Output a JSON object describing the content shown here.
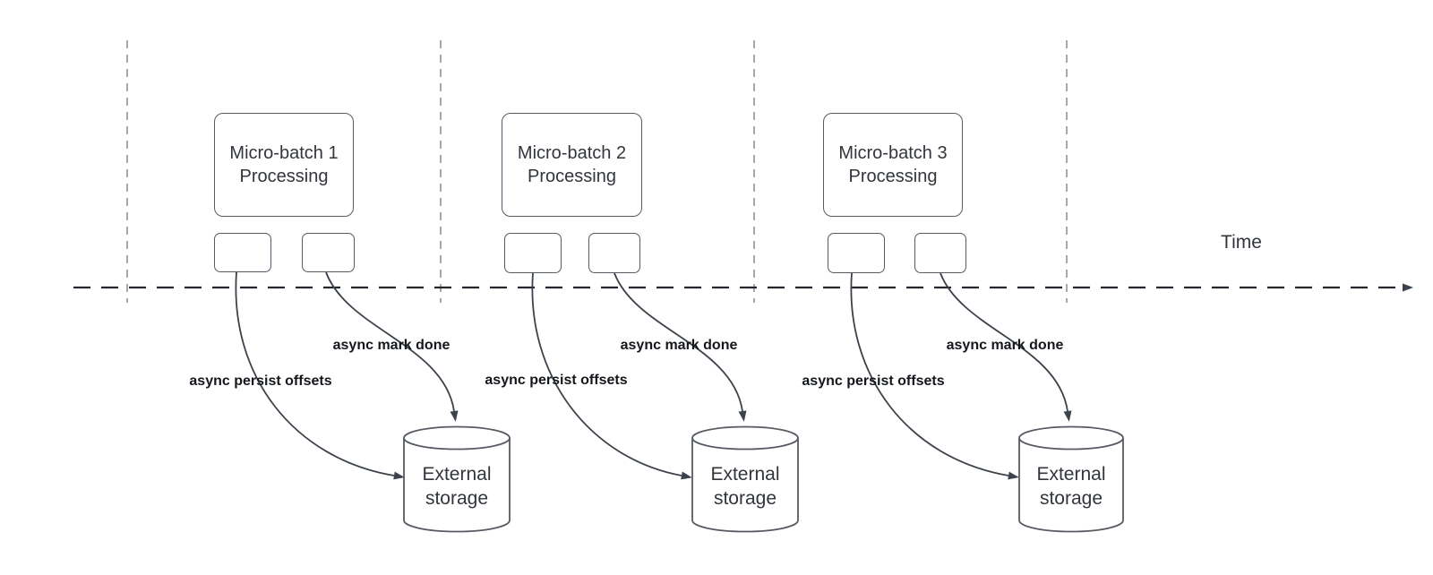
{
  "diagram": {
    "time_label": "Time",
    "groups": [
      {
        "box_label": "Micro-batch 1\nProcessing",
        "persist_label": "async persist offsets",
        "done_label": "async mark done",
        "storage_label": "External\nstorage"
      },
      {
        "box_label": "Micro-batch 2\nProcessing",
        "persist_label": "async persist offsets",
        "done_label": "async mark done",
        "storage_label": "External\nstorage"
      },
      {
        "box_label": "Micro-batch 3\nProcessing",
        "persist_label": "async persist offsets",
        "done_label": "async mark done",
        "storage_label": "External\nstorage"
      }
    ],
    "colors": {
      "background": "#ffffff",
      "shape_stroke": "#565b63",
      "connector": "#3c424b",
      "timeline": "#24282e",
      "gridline": "#a8a8ac",
      "text_primary": "#32363c",
      "label_text": "#14171b"
    }
  }
}
